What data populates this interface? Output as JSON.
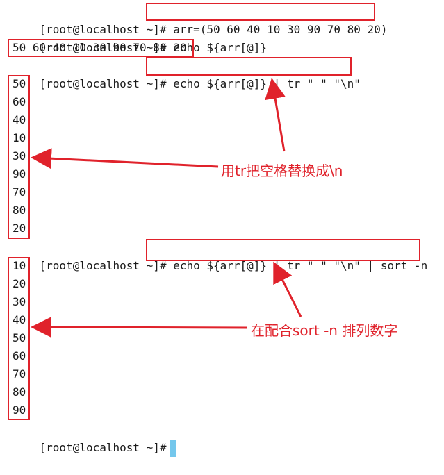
{
  "terminal": {
    "prompt": "[root@localhost ~]#",
    "commands": [
      "arr=(50 60 40 10 30 90 70 80 20)",
      "echo ${arr[@]}",
      "echo ${arr[@]} | tr \" \" \"\\n\"",
      "echo ${arr[@]} | tr \" \" \"\\n\" | sort -n"
    ],
    "echo_output": "50 60 40 10 30 90 70 80 20",
    "tr_output": [
      "50",
      "60",
      "40",
      "10",
      "30",
      "90",
      "70",
      "80",
      "20"
    ],
    "sort_output": [
      "10",
      "20",
      "30",
      "40",
      "50",
      "60",
      "70",
      "80",
      "90"
    ]
  },
  "annotations": {
    "tr_note": "用tr把空格替换成\\n",
    "sort_note": "在配合sort -n 排列数字"
  },
  "colors": {
    "highlight": "#e0222b",
    "cursor": "#74c7ec"
  }
}
